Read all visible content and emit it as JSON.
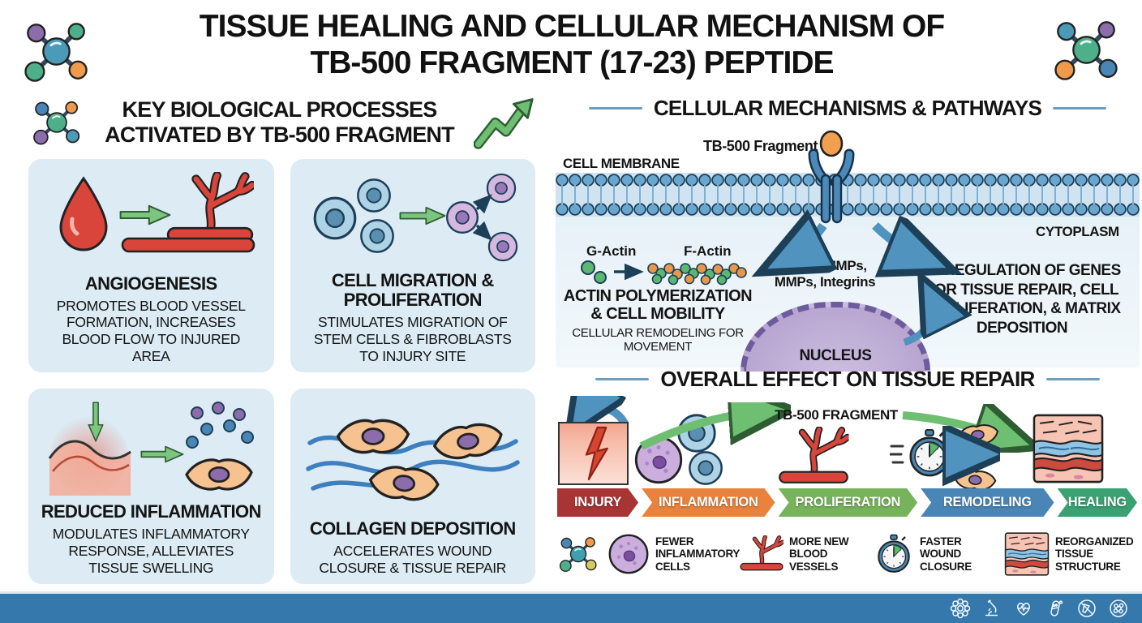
{
  "title": {
    "line1": "TISSUE HEALING AND CELLULAR MECHANISM OF",
    "line2": "TB-500 FRAGMENT (17-23) PEPTIDE"
  },
  "left_panel": {
    "heading_line1": "KEY BIOLOGICAL PROCESSES",
    "heading_line2": "ACTIVATED BY TB-500 FRAGMENT",
    "cards": [
      {
        "title": "ANGIOGENESIS",
        "description": "PROMOTES BLOOD VESSEL FORMATION, INCREASES BLOOD FLOW TO INJURED AREA",
        "icon": "blood-drop-to-vessel"
      },
      {
        "title": "CELL MIGRATION & PROLIFERATION",
        "description": "STIMULATES MIGRATION OF STEM CELLS & FIBROBLASTS TO INJURY SITE",
        "icon": "cells-migration"
      },
      {
        "title": "REDUCED INFLAMMATION",
        "description": "MODULATES INFLAMMATORY RESPONSE, ALLEVIATES TISSUE SWELLING",
        "icon": "inflammation-reduction"
      },
      {
        "title": "COLLAGEN DEPOSITION",
        "description": "ACCELERATES WOUND CLOSURE & TISSUE REPAIR",
        "icon": "collagen-fibers"
      }
    ]
  },
  "mechanisms_panel": {
    "heading": "CELLULAR MECHANISMS & PATHWAYS",
    "fragment_label": "TB-500 Fragment",
    "membrane_label": "CELL MEMBRANE",
    "cytoplasm_label": "CYTOPLASM",
    "g_actin_label": "G-Actin",
    "f_actin_label": "F-Actin",
    "actin_title_line1": "ACTIN POLYMERIZATION",
    "actin_title_line2": "& CELL MOBILITY",
    "actin_subtitle": "CELLULAR REMODELING FOR MOVEMENT",
    "mediators_line1": "VEGF, MMPs,",
    "mediators_line2": "MMPs, Integrins",
    "nucleus_label": "NUCLEUS",
    "upregulation": "UPREGULATION OF GENES FOR TISSUE REPAIR, CELL PROLIFERATION, & MATRIX DEPOSITION"
  },
  "overall_panel": {
    "heading": "OVERALL EFFECT ON TISSUE REPAIR",
    "fragment_label": "TB-500 FRAGMENT",
    "stages": [
      "INJURY",
      "INFLAMMATION",
      "PROLIFERATION",
      "REMODELING",
      "HEALING"
    ],
    "stage_colors": [
      "#a83434",
      "#e8823c",
      "#76b35a",
      "#4a86b5",
      "#3aa173"
    ],
    "outcomes": [
      {
        "label": "FEWER INFLAMMATORY CELLS",
        "icon": "inflammatory-cell-icon"
      },
      {
        "label": "MORE NEW BLOOD VESSELS",
        "icon": "blood-vessel-icon"
      },
      {
        "label": "FASTER WOUND CLOSURE",
        "icon": "stopwatch-icon"
      },
      {
        "label": "REORGANIZED TISSUE STRUCTURE",
        "icon": "tissue-layers-icon"
      }
    ]
  },
  "footer": {
    "icons": [
      "atom-gear-icon",
      "microscope-icon",
      "heart-pulse-icon",
      "capsule-icon",
      "no-test-icon",
      "molecule-cluster-icon"
    ],
    "bar_color": "#3578ac"
  },
  "colors": {
    "accent_green": "#6fbf73",
    "arrow_blue": "#4f93be",
    "card_bg": "#dcebf4",
    "membrane_blue": "#6aa7d0",
    "nucleus_purple": "#b09ccb"
  }
}
